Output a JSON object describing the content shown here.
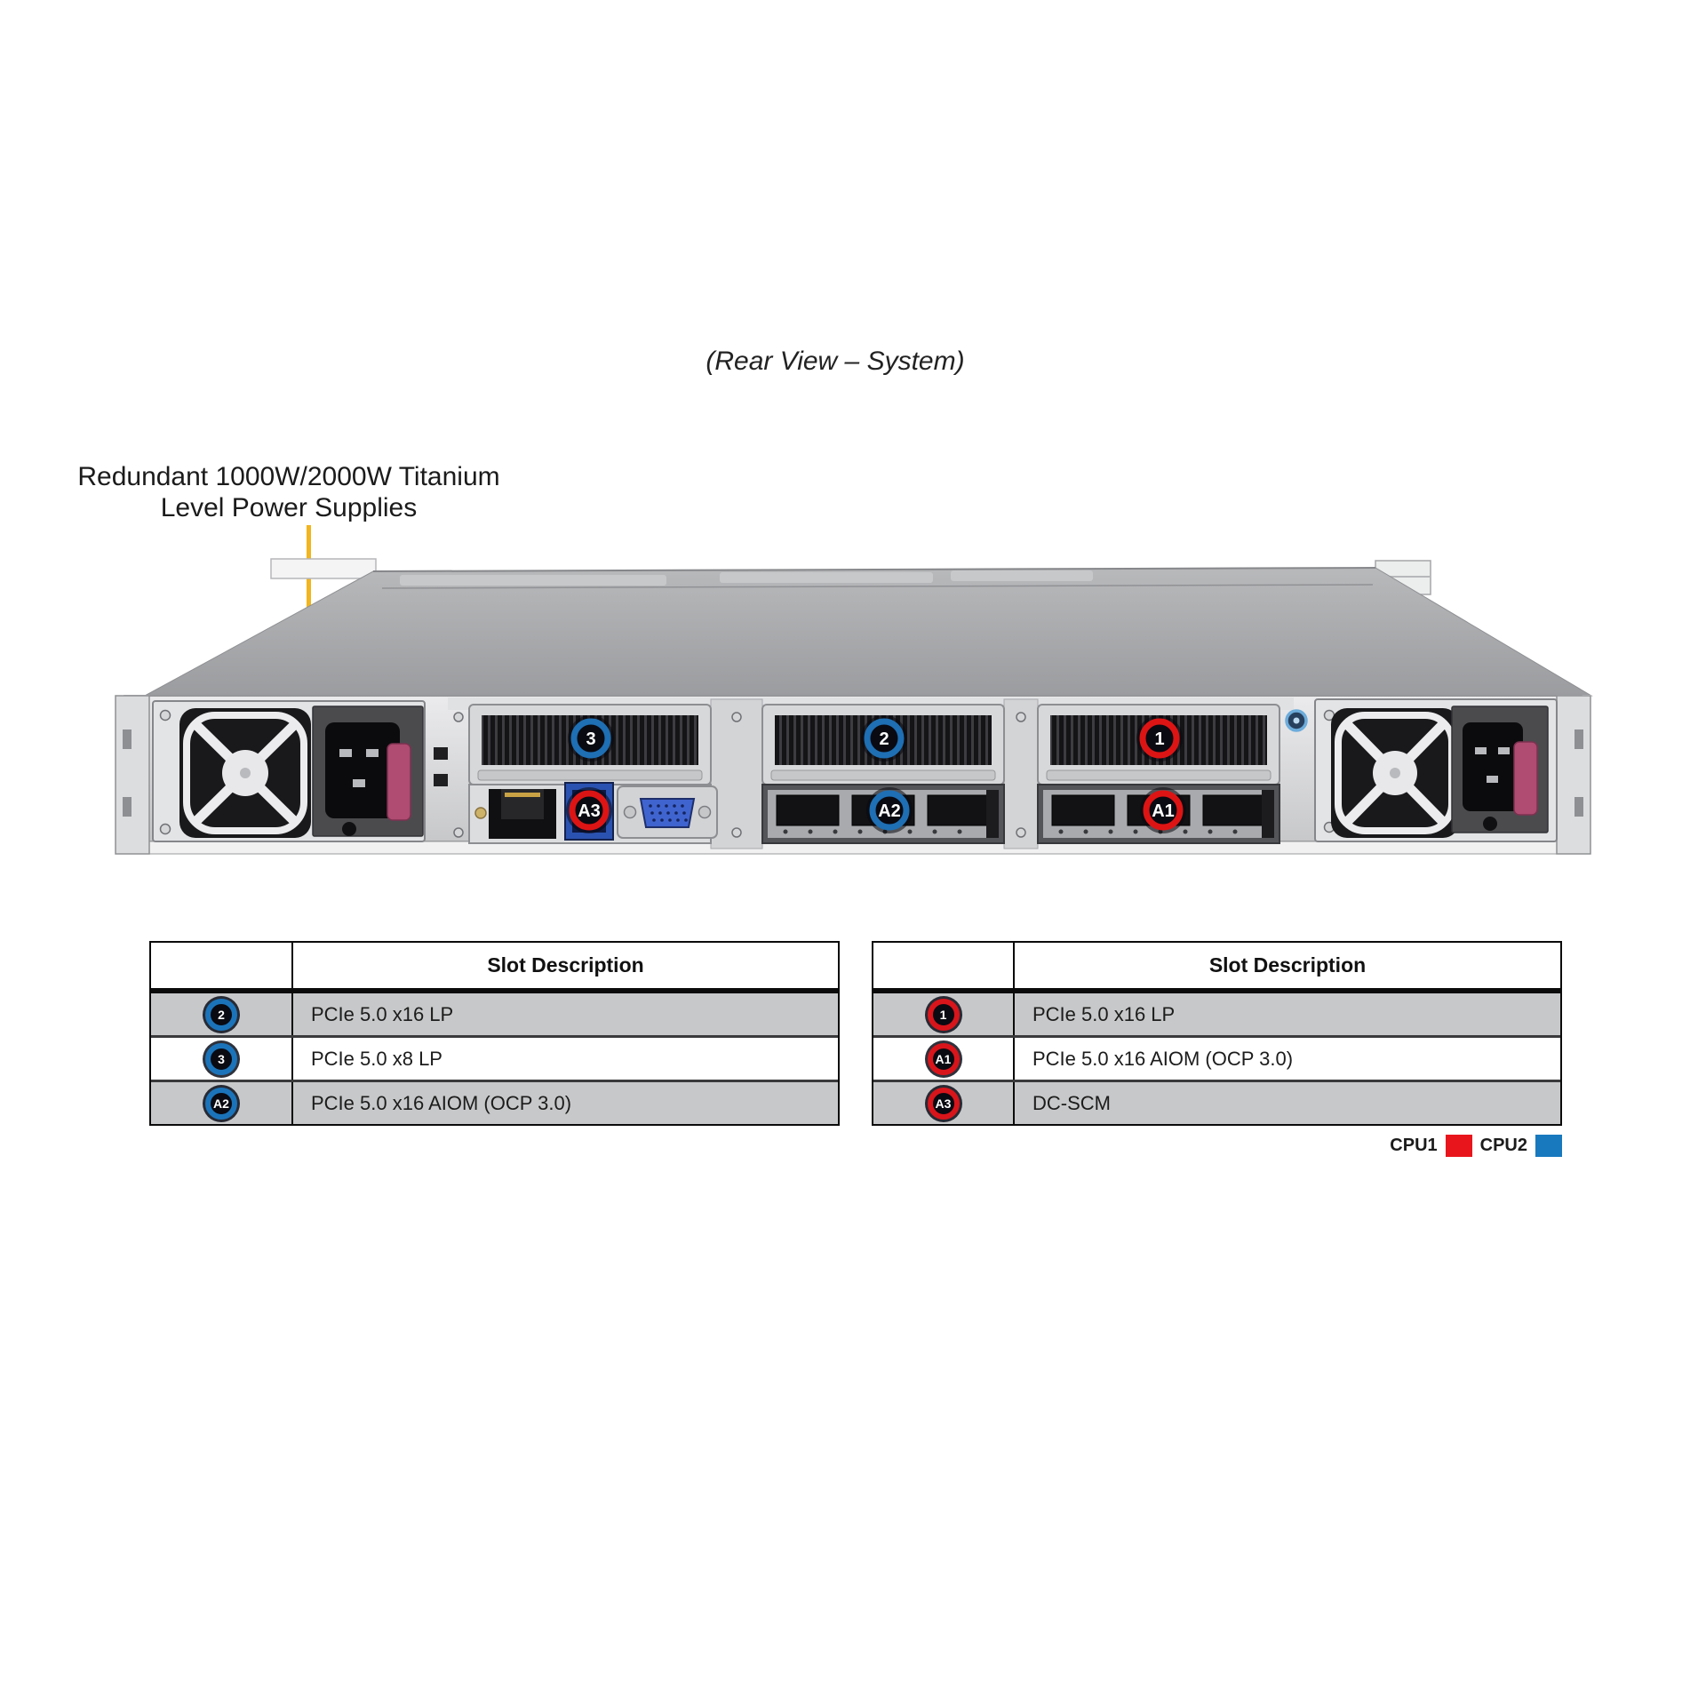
{
  "title": "(Rear View – System)",
  "annotation": {
    "line1": "Redundant 1000W/2000W Titanium",
    "line2": "Level Power Supplies"
  },
  "colors": {
    "pointer_line": "#f1b51d",
    "cpu1": "#e8151c",
    "cpu2": "#1879bf",
    "badge_blue_ring": "#1b74ba",
    "badge_red_ring": "#d8151b"
  },
  "server": {
    "callouts": [
      {
        "label": "3",
        "ring": "#1e6fb4"
      },
      {
        "label": "2",
        "ring": "#1e6fb4"
      },
      {
        "label": "1",
        "ring": "#dd1414"
      },
      {
        "label": "A3",
        "ring": "#dd1414"
      },
      {
        "label": "A2",
        "ring": "#1e6fb4"
      },
      {
        "label": "A1",
        "ring": "#dd1414"
      }
    ]
  },
  "tables": {
    "left": {
      "header": "Slot Description",
      "rows": [
        {
          "badge": "2",
          "ring": "#1b74ba",
          "desc": "PCIe 5.0 x16 LP"
        },
        {
          "badge": "3",
          "ring": "#1b74ba",
          "desc": "PCIe 5.0 x8 LP"
        },
        {
          "badge": "A2",
          "ring": "#1b74ba",
          "desc": "PCIe 5.0 x16 AIOM (OCP 3.0)"
        }
      ]
    },
    "right": {
      "header": "Slot Description",
      "rows": [
        {
          "badge": "1",
          "ring": "#d8151b",
          "desc": "PCIe 5.0 x16 LP"
        },
        {
          "badge": "A1",
          "ring": "#d8151b",
          "desc": "PCIe 5.0 x16 AIOM (OCP 3.0)"
        },
        {
          "badge": "A3",
          "ring": "#d8151b",
          "desc": "DC-SCM"
        }
      ]
    }
  },
  "legend": {
    "cpu1_label": "CPU1",
    "cpu2_label": "CPU2"
  }
}
